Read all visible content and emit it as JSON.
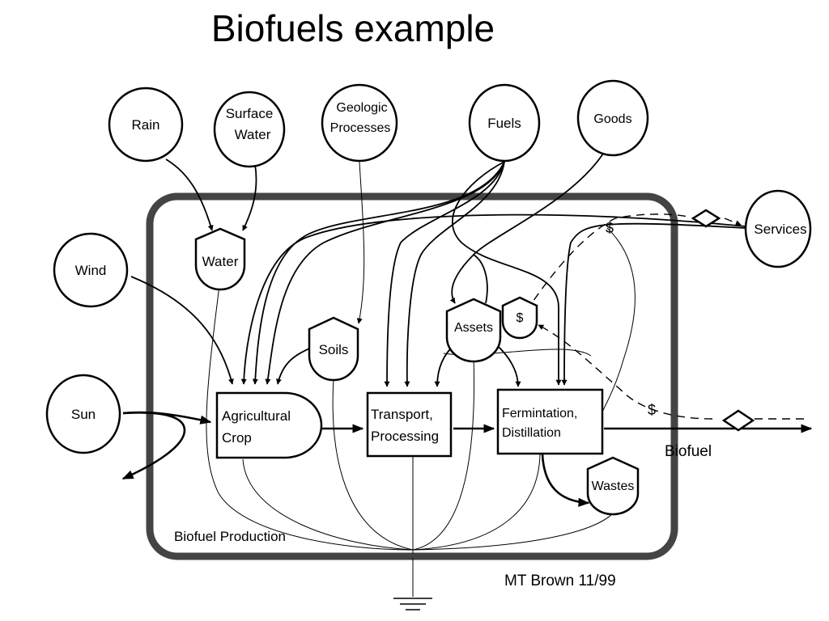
{
  "title": "Biofuels example",
  "sources": {
    "rain": "Rain",
    "surface_water_line1": "Surface",
    "surface_water_line2": "Water",
    "geologic_line1": "Geologic",
    "geologic_line2": "Processes",
    "fuels": "Fuels",
    "goods": "Goods",
    "services": "Services",
    "wind": "Wind",
    "sun": "Sun"
  },
  "storages": {
    "water": "Water",
    "soils": "Soils",
    "assets": "Assets",
    "money": "$",
    "wastes": "Wastes"
  },
  "processes": {
    "agri_line1": "Agricultural",
    "agri_line2": "Crop",
    "transport_line1": "Transport,",
    "transport_line2": "Processing",
    "ferment_line1": "Fermintation,",
    "ferment_line2": "Distillation"
  },
  "labels": {
    "money_top": "$",
    "money_mid": "$",
    "biofuel": "Biofuel",
    "system_name": "Biofuel  Production",
    "credit": "MT Brown 11/99"
  }
}
